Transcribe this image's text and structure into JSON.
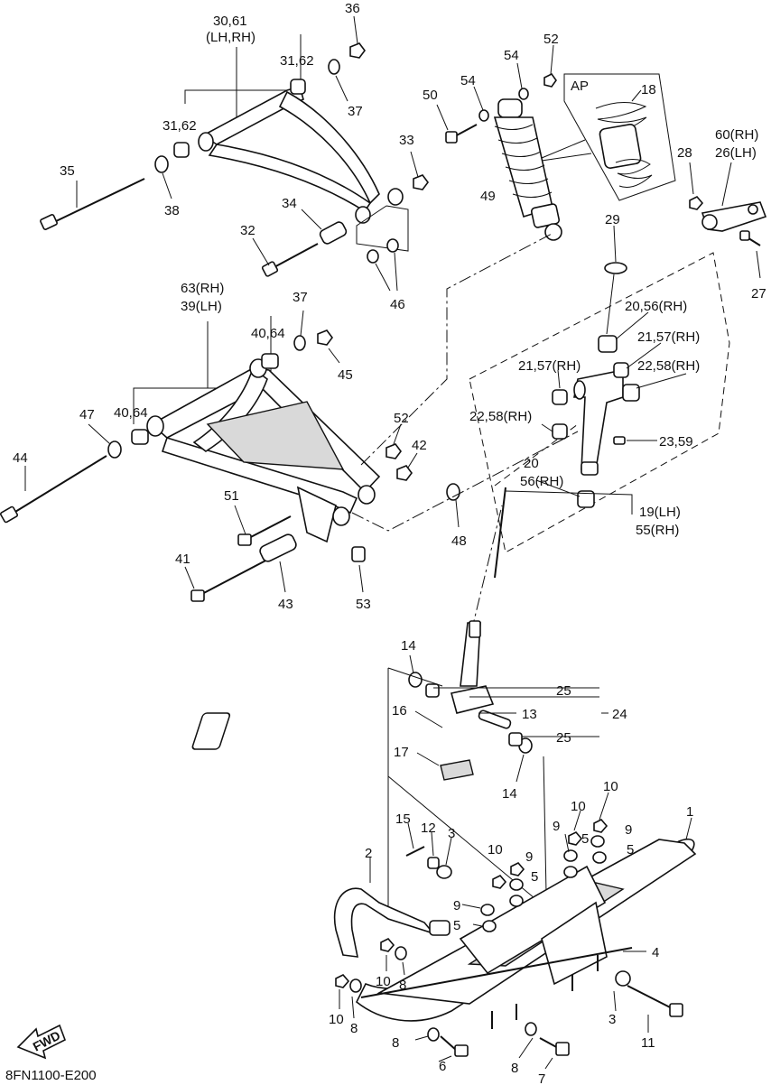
{
  "figure_code": "8FN1100-E200",
  "direction_marker": "FWD",
  "ap_box_label": "AP",
  "callouts": [
    {
      "id": "c36",
      "text": "36"
    },
    {
      "id": "c30a",
      "text": "30,61"
    },
    {
      "id": "c30b",
      "text": "(LH,RH)"
    },
    {
      "id": "c31a",
      "text": "31,62"
    },
    {
      "id": "c31b",
      "text": "31,62"
    },
    {
      "id": "c37a",
      "text": "37"
    },
    {
      "id": "c33",
      "text": "33"
    },
    {
      "id": "c35",
      "text": "35"
    },
    {
      "id": "c38",
      "text": "38"
    },
    {
      "id": "c34",
      "text": "34"
    },
    {
      "id": "c32",
      "text": "32"
    },
    {
      "id": "c46",
      "text": "46"
    },
    {
      "id": "c52a",
      "text": "52"
    },
    {
      "id": "c54a",
      "text": "54"
    },
    {
      "id": "c54b",
      "text": "54"
    },
    {
      "id": "c50",
      "text": "50"
    },
    {
      "id": "c18",
      "text": "18"
    },
    {
      "id": "c49",
      "text": "49"
    },
    {
      "id": "c60",
      "text": "60(RH)"
    },
    {
      "id": "c26",
      "text": "26(LH)"
    },
    {
      "id": "c28",
      "text": "28"
    },
    {
      "id": "c29",
      "text": "29"
    },
    {
      "id": "c27",
      "text": "27"
    },
    {
      "id": "c63",
      "text": "63(RH)"
    },
    {
      "id": "c39",
      "text": "39(LH)"
    },
    {
      "id": "c37b",
      "text": "37"
    },
    {
      "id": "c40a",
      "text": "40,64"
    },
    {
      "id": "c45",
      "text": "45"
    },
    {
      "id": "c20a",
      "text": "20,56(RH)"
    },
    {
      "id": "c21a",
      "text": "21,57(RH)"
    },
    {
      "id": "c21b",
      "text": "21,57(RH)"
    },
    {
      "id": "c22a",
      "text": "22,58(RH)"
    },
    {
      "id": "c22b",
      "text": "22,58(RH)"
    },
    {
      "id": "c47",
      "text": "47"
    },
    {
      "id": "c40b",
      "text": "40,64"
    },
    {
      "id": "c52b",
      "text": "52"
    },
    {
      "id": "c42",
      "text": "42"
    },
    {
      "id": "c23",
      "text": "23,59"
    },
    {
      "id": "c20b",
      "text": "20"
    },
    {
      "id": "c56",
      "text": "56(RH)"
    },
    {
      "id": "c19",
      "text": "19(LH)"
    },
    {
      "id": "c55",
      "text": "55(RH)"
    },
    {
      "id": "c44",
      "text": "44"
    },
    {
      "id": "c51",
      "text": "51"
    },
    {
      "id": "c48",
      "text": "48"
    },
    {
      "id": "c41",
      "text": "41"
    },
    {
      "id": "c43",
      "text": "43"
    },
    {
      "id": "c53",
      "text": "53"
    },
    {
      "id": "c14a",
      "text": "14"
    },
    {
      "id": "c25a",
      "text": "25"
    },
    {
      "id": "c24",
      "text": "24"
    },
    {
      "id": "c16",
      "text": "16"
    },
    {
      "id": "c13",
      "text": "13"
    },
    {
      "id": "c25b",
      "text": "25"
    },
    {
      "id": "c17",
      "text": "17"
    },
    {
      "id": "c14b",
      "text": "14"
    },
    {
      "id": "c10a",
      "text": "10"
    },
    {
      "id": "c10b",
      "text": "10"
    },
    {
      "id": "c1",
      "text": "1"
    },
    {
      "id": "c9a",
      "text": "9"
    },
    {
      "id": "c5a",
      "text": "5"
    },
    {
      "id": "c9b",
      "text": "9"
    },
    {
      "id": "c5b",
      "text": "5"
    },
    {
      "id": "c15",
      "text": "15"
    },
    {
      "id": "c12",
      "text": "12"
    },
    {
      "id": "c3a",
      "text": "3"
    },
    {
      "id": "c10c",
      "text": "10"
    },
    {
      "id": "c9c",
      "text": "9"
    },
    {
      "id": "c5c",
      "text": "5"
    },
    {
      "id": "c2",
      "text": "2"
    },
    {
      "id": "c9d",
      "text": "9"
    },
    {
      "id": "c5d",
      "text": "5"
    },
    {
      "id": "c4",
      "text": "4"
    },
    {
      "id": "c10d",
      "text": "10"
    },
    {
      "id": "c8a",
      "text": "8"
    },
    {
      "id": "c10e",
      "text": "10"
    },
    {
      "id": "c8b",
      "text": "8"
    },
    {
      "id": "c3b",
      "text": "3"
    },
    {
      "id": "c11",
      "text": "11"
    },
    {
      "id": "c8c",
      "text": "8"
    },
    {
      "id": "c6",
      "text": "6"
    },
    {
      "id": "c8d",
      "text": "8"
    },
    {
      "id": "c7",
      "text": "7"
    }
  ]
}
